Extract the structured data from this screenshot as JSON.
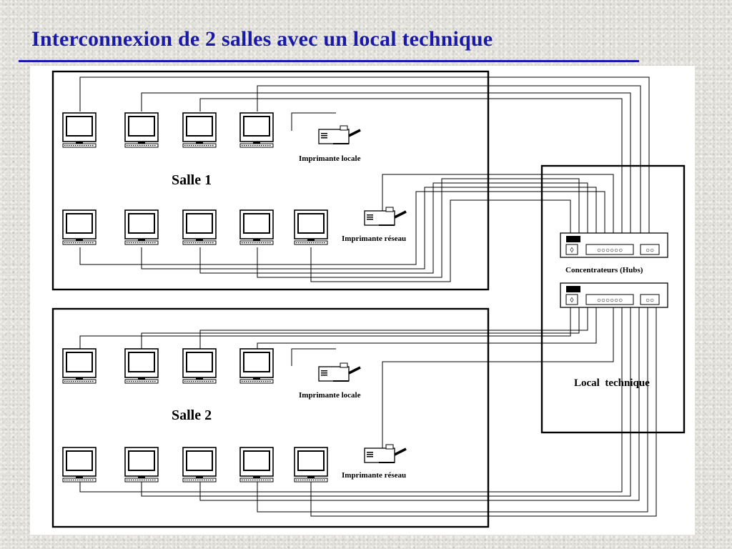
{
  "slide": {
    "title": "Interconnexion de 2 salles avec un local technique",
    "title_color": "#1a1aa8"
  },
  "diagram": {
    "room1": {
      "label": "Salle 1"
    },
    "room2": {
      "label": "Salle 2"
    },
    "technical_room": {
      "label": "Local  technique"
    },
    "hubs_label": "Concentrateurs (Hubs)",
    "local_printer_label": "Imprimante locale",
    "network_printer_label": "Imprimante réseau",
    "computers_per_room": 9,
    "hub_count": 2,
    "icons": [
      "computer-icon",
      "printer-icon",
      "hub-icon"
    ]
  }
}
